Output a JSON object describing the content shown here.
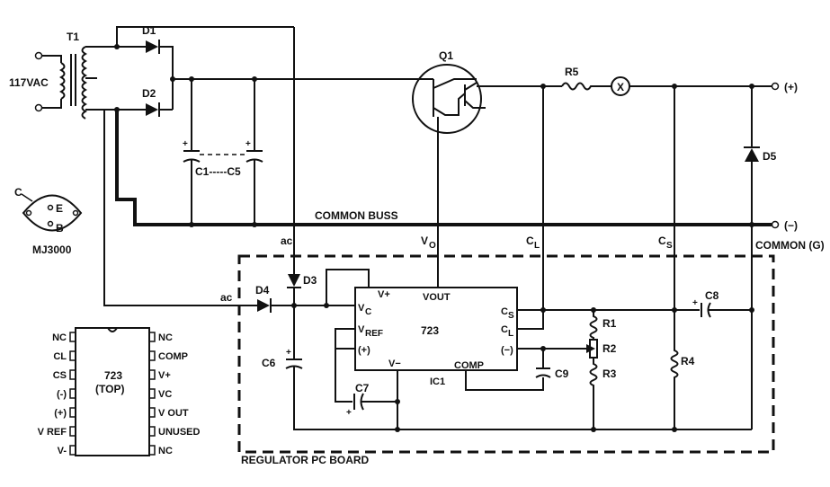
{
  "schematic": {
    "input": "117VAC",
    "transformer": "T1",
    "diodes": {
      "d1": "D1",
      "d2": "D2",
      "d3": "D3",
      "d4": "D4",
      "d5": "D5"
    },
    "transistor": "Q1",
    "caps": {
      "c_bank": "C1-----C5",
      "c6": "C6",
      "c7": "C7",
      "c8": "C8",
      "c9": "C9"
    },
    "resistors": {
      "r1": "R1",
      "r2": "R2",
      "r3": "R3",
      "r4": "R4",
      "r5": "R5"
    },
    "meter": "X",
    "common_buss": "COMMON BUSS",
    "out_plus": "(+)",
    "out_minus": "(−)",
    "common_g": "COMMON (G)",
    "ac1": "ac",
    "ac2": "ac",
    "node_vo": "V",
    "node_vo_sub": "O",
    "node_cl": "C",
    "node_cl_sub": "L",
    "node_cs": "C",
    "node_cs_sub": "S",
    "board_label": "REGULATOR PC BOARD",
    "ic": {
      "name": "723",
      "ref": "IC1",
      "vplus": "V+",
      "vout": "VOUT",
      "vc": "V",
      "vc_sub": "C",
      "vref": "V",
      "vref_sub": "REF",
      "plus": "(+)",
      "vminus": "V−",
      "comp": "COMP",
      "cs": "C",
      "cs_sub": "S",
      "cl": "C",
      "cl_sub": "L",
      "minus": "(−)"
    },
    "package": {
      "name": "MJ3000",
      "c": "C",
      "e": "E",
      "b": "B"
    },
    "pinout": {
      "title1": "723",
      "title2": "(TOP)",
      "left": [
        "NC",
        "CL",
        "CS",
        "(-)",
        "(+)",
        "V REF",
        "V-"
      ],
      "right": [
        "NC",
        "COMP",
        "V+",
        "VC",
        "V OUT",
        "UNUSED",
        "NC"
      ]
    }
  }
}
